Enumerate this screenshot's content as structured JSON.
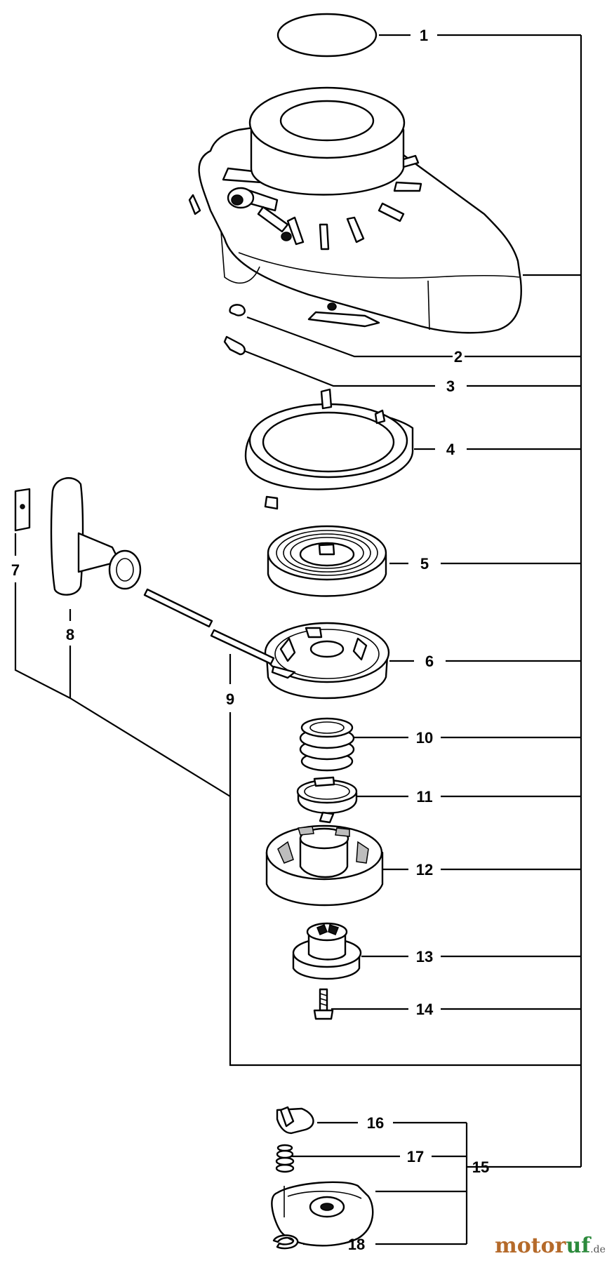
{
  "diagram": {
    "part_numbers": [
      "1",
      "2",
      "3",
      "4",
      "5",
      "6",
      "7",
      "8",
      "9",
      "10",
      "11",
      "12",
      "13",
      "14",
      "15",
      "16",
      "17",
      "18"
    ],
    "watermark": {
      "part1": "motor",
      "part2": "uf",
      "suffix": ".de"
    },
    "colors": {
      "line": "#000000",
      "background": "#ffffff",
      "watermark_brown": "#b56a2a",
      "watermark_green": "#2c8a3c"
    }
  }
}
